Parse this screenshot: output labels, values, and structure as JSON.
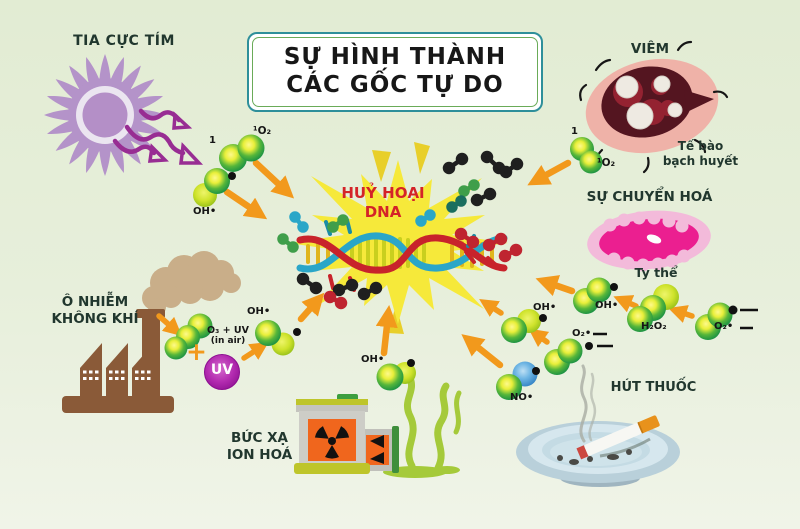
{
  "title": {
    "line1": "SỰ HÌNH THÀNH",
    "line2": "CÁC GỐC TỰ DO"
  },
  "sources": {
    "uv": {
      "label": "TIA CỰC TÍM"
    },
    "inflammation": {
      "label": "VIÊM",
      "caption_line1": "Tế bào",
      "caption_line2": "bạch huyết"
    },
    "metabolism": {
      "label": "SỰ CHUYỂN HOÁ",
      "caption": "Ty thể"
    },
    "air_pollution": {
      "label_line1": "Ô NHIỄM",
      "label_line2": "KHÔNG KHÍ"
    },
    "radiation": {
      "label_line1": "BỨC XẠ",
      "label_line2": "ION HOÁ"
    },
    "smoking": {
      "label": "HÚT THUỐC"
    }
  },
  "center": {
    "label_line1": "HUỶ HOẠI",
    "label_line2": "DNA"
  },
  "radicals": {
    "singlet_left_sup": "1",
    "singlet_left": "¹O₂",
    "hydroxyl_uv": "OH•",
    "singlet_inflam_sup": "1",
    "singlet_inflam": "¹O₂",
    "ozone_reaction": "O₃ + UV",
    "ozone_note": "(in air)",
    "plus": "+",
    "uv_badge": "UV",
    "hydroxyl_pollution": "OH•",
    "hydroxyl_radiation": "OH•",
    "hydroxyl_chain_a": "OH•",
    "hydroxyl_chain_b": "OH•",
    "hydrogen_peroxide": "H₂O₂",
    "superoxide_mid": "O₂•",
    "superoxide_right": "O₂•",
    "nitric_oxide": "NO•"
  },
  "colors": {
    "background_top": "#e2ecd3",
    "background_bottom": "#f0f4e8",
    "arrow_orange": "#f2991c",
    "uv_sun_purple": "#b493c9",
    "uv_ray_magenta": "#982d93",
    "uv_badge_purple": "#a81ca6",
    "starburst_yellow": "#f6e93a",
    "dna_blue": "#2aa6c8",
    "dna_red": "#c8232b",
    "dna_rung_gold": "#d8c418",
    "molecule_green": "#2f9e46",
    "molecule_yellow_green": "#b9d42a",
    "molecule_blue": "#3f8fd0",
    "mitochondria_pink": "#eb1f90",
    "tissue_pink": "#efb2a8",
    "wound_dark_red": "#541520",
    "factory_brown": "#8a5a38",
    "smoke_tan": "#c9ae89",
    "barrel_gray": "#c7c7c1",
    "barrel_band_green": "#bec52a",
    "hazard_orange": "#f0661d",
    "toxic_green": "#a5ca3a",
    "ashtray_blue": "#c4dbe4",
    "cigarette_filter": "#e8921c",
    "heading_text": "#21372e",
    "damage_text": "#d42328"
  }
}
